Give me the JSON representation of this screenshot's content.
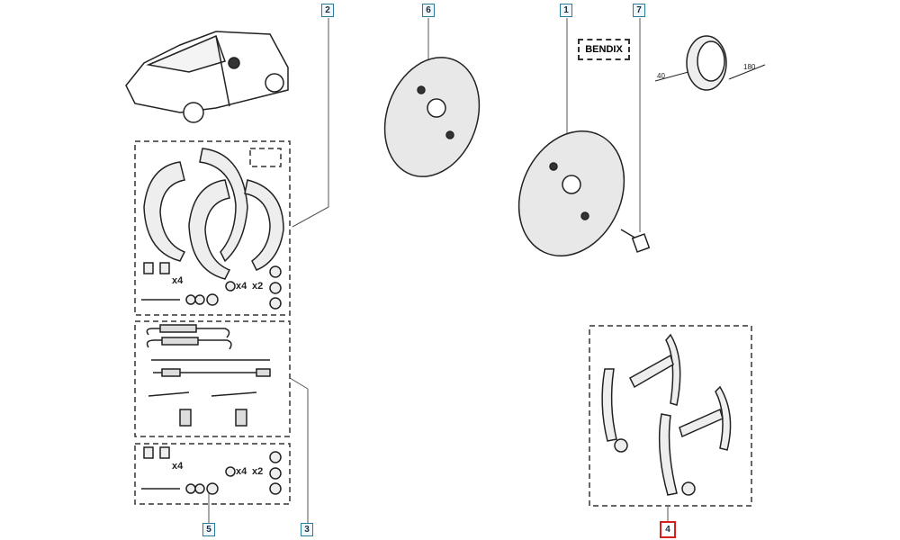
{
  "callouts": [
    {
      "id": "2",
      "label": "2"
    },
    {
      "id": "6",
      "label": "6"
    },
    {
      "id": "1",
      "label": "1"
    },
    {
      "id": "7",
      "label": "7"
    },
    {
      "id": "5",
      "label": "5"
    },
    {
      "id": "3",
      "label": "3"
    },
    {
      "id": "4",
      "label": "4",
      "selected": true
    }
  ],
  "bendix_label": "BENDIX",
  "dimensions": {
    "width": "40",
    "diameter": "180"
  },
  "kit2": {
    "qty_clips": "x4",
    "qty_washers": "x4",
    "qty_nuts": "x2"
  },
  "kit5": {
    "qty_clips": "x4",
    "qty_washers": "x4",
    "qty_nuts": "x2"
  },
  "colors": {
    "callout_border": "#2a7a9a",
    "selected_border": "#d81e1e"
  }
}
